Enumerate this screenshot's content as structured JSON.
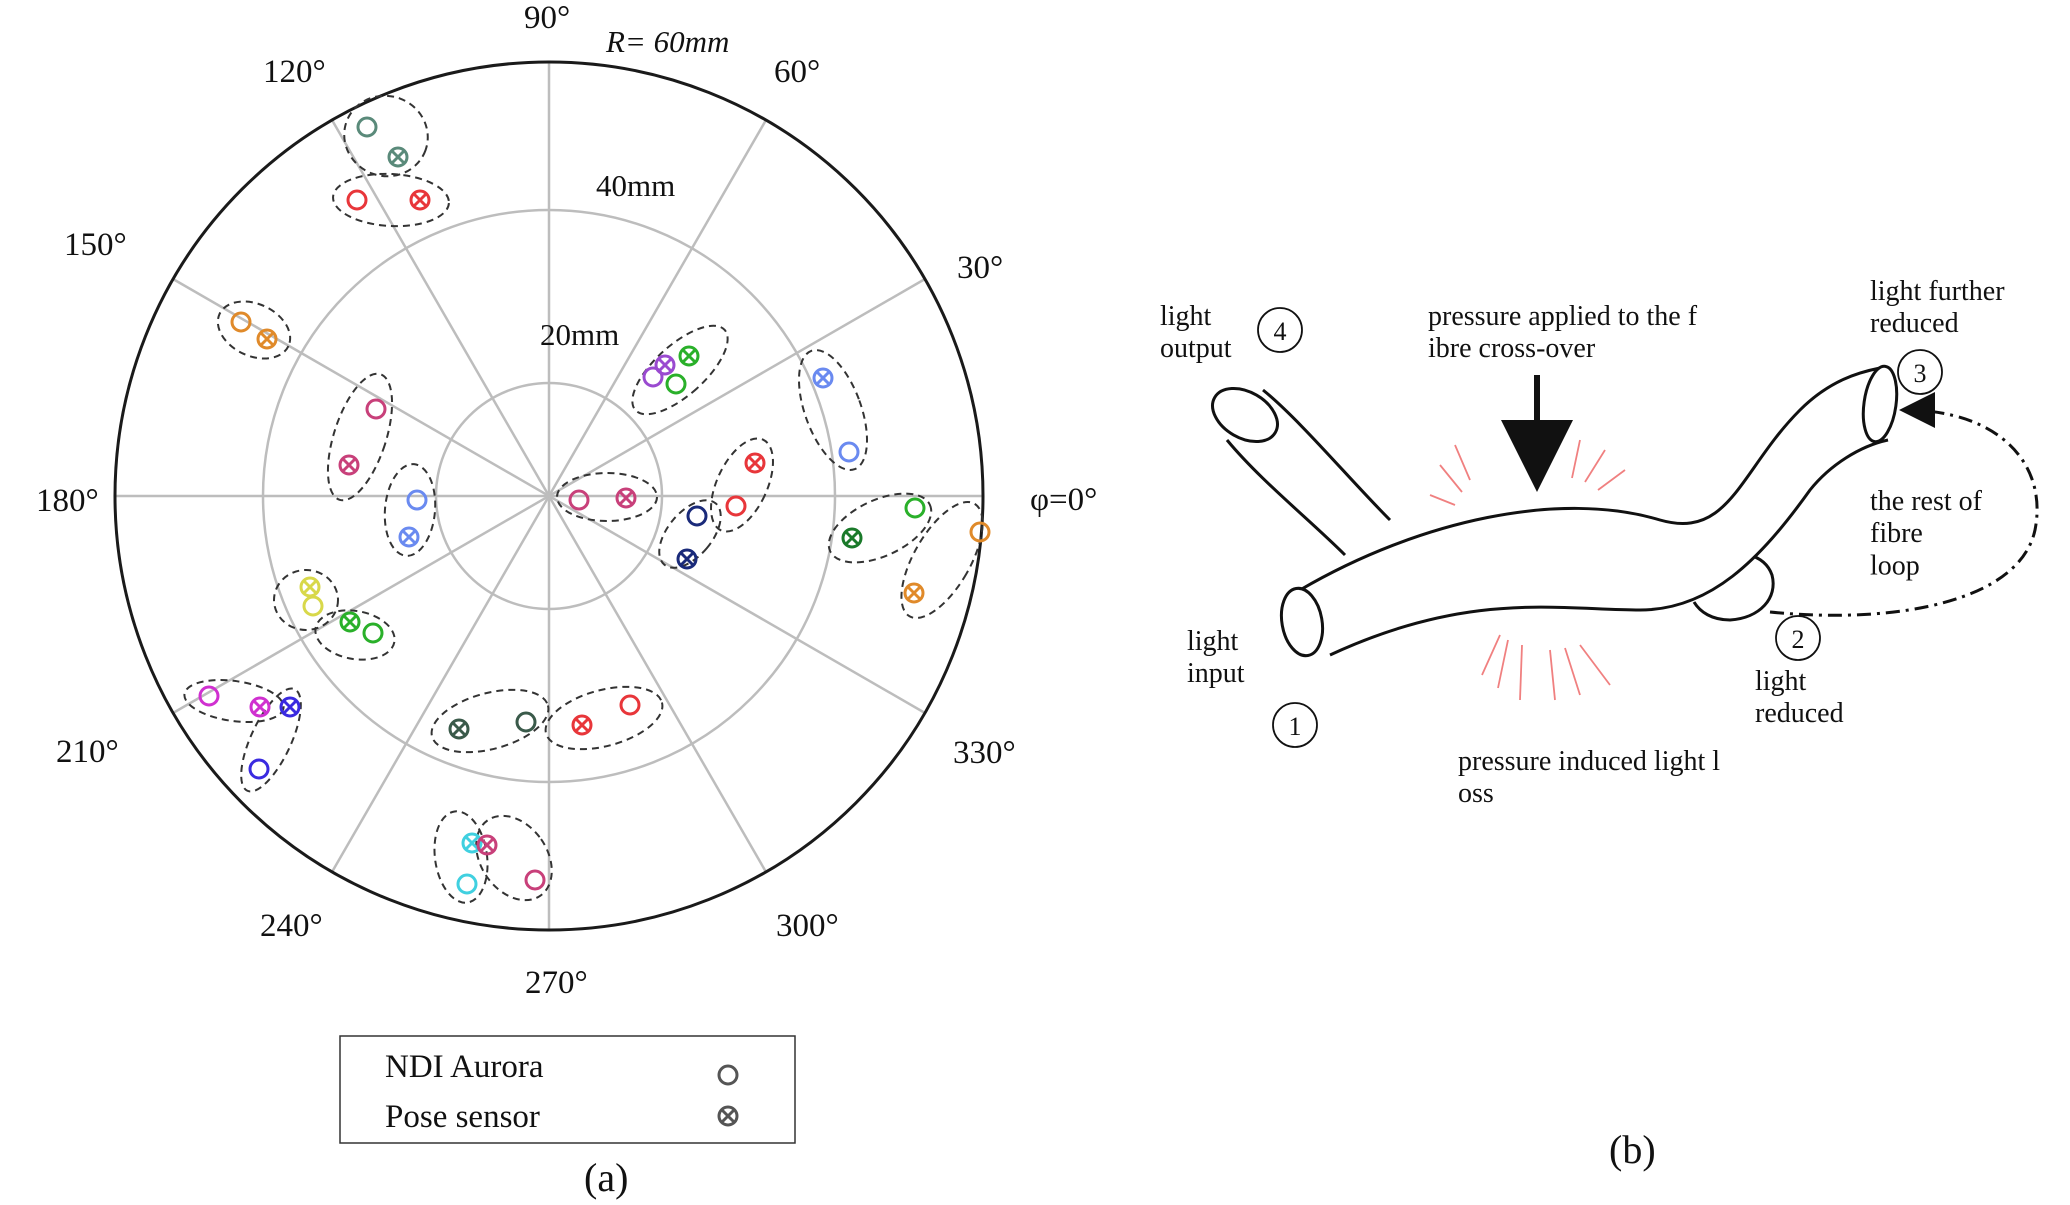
{
  "panel_a": {
    "radius_label": "R= 60mm",
    "ring_labels": [
      "40mm",
      "20mm"
    ],
    "angle_labels": {
      "deg0": "φ=0°",
      "deg30": "30°",
      "deg60": "60°",
      "deg90": "90°",
      "deg120": "120°",
      "deg150": "150°",
      "deg180": "180°",
      "deg210": "210°",
      "deg240": "240°",
      "deg270": "270°",
      "deg300": "300°",
      "deg330": "330°"
    },
    "legend": {
      "ndi_aurora": "NDI Aurora",
      "pose_sensor": "Pose sensor"
    },
    "caption": "(a)",
    "colors": {
      "grid": "#bdbdbd",
      "outline": "#1a1a1a",
      "red": "#e8363a",
      "teal": "#5a8a7a",
      "orange": "#e08a2a",
      "pink": "#c8407a",
      "blue": "#3a5ae0",
      "lightblue": "#6a8af0",
      "green": "#2ab02a",
      "darkgreen": "#1a7a2a",
      "purple": "#9a4ad0",
      "navy": "#1a2a7a",
      "yellow": "#d8d84a",
      "magenta": "#d030d0",
      "cyan": "#40d0e0",
      "olive": "#3a5a4a"
    }
  },
  "panel_b": {
    "light_output": "light output",
    "light_input": "light input",
    "light_reduced": "light reduced",
    "light_further_reduced": "light further reduced",
    "pressure_applied": "pressure applied to the fibre cross-over",
    "pressure_loss": "pressure induced light loss",
    "rest_of_loop": "the rest of fibre loop",
    "port_numbers": [
      "1",
      "2",
      "3",
      "4"
    ],
    "caption": "(b)",
    "colors": {
      "rays": "#f08080",
      "line": "#111111"
    }
  }
}
